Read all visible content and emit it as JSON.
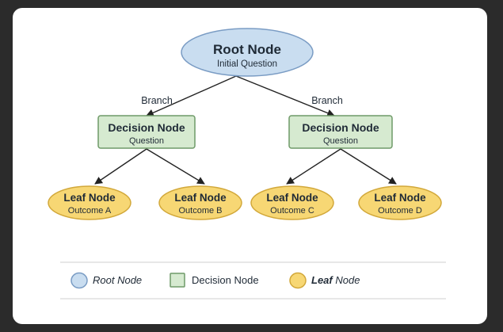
{
  "nodes": {
    "root": {
      "title": "Root Node",
      "subtitle": "Initial Question"
    },
    "decision_left": {
      "title": "Decision Node",
      "subtitle": "Question"
    },
    "decision_right": {
      "title": "Decision Node",
      "subtitle": "Question"
    },
    "leaf_a": {
      "title": "Leaf Node",
      "subtitle": "Outcome A"
    },
    "leaf_b": {
      "title": "Leaf Node",
      "subtitle": "Outcome B"
    },
    "leaf_c": {
      "title": "Leaf Node",
      "subtitle": "Outcome C"
    },
    "leaf_d": {
      "title": "Leaf Node",
      "subtitle": "Outcome D"
    }
  },
  "edges": {
    "left_label": "Branch",
    "right_label": "Branch"
  },
  "legend": {
    "root": "Root Node",
    "decision": "Decision Node",
    "leaf_strong": "Leaf",
    "leaf_rest": " Node"
  },
  "colors": {
    "root_fill": "#c9ddf0",
    "root_stroke": "#7a9cc4",
    "decision_fill": "#d6ead0",
    "decision_stroke": "#6f9a68",
    "leaf_fill": "#f7d774",
    "leaf_stroke": "#d2a83a"
  }
}
